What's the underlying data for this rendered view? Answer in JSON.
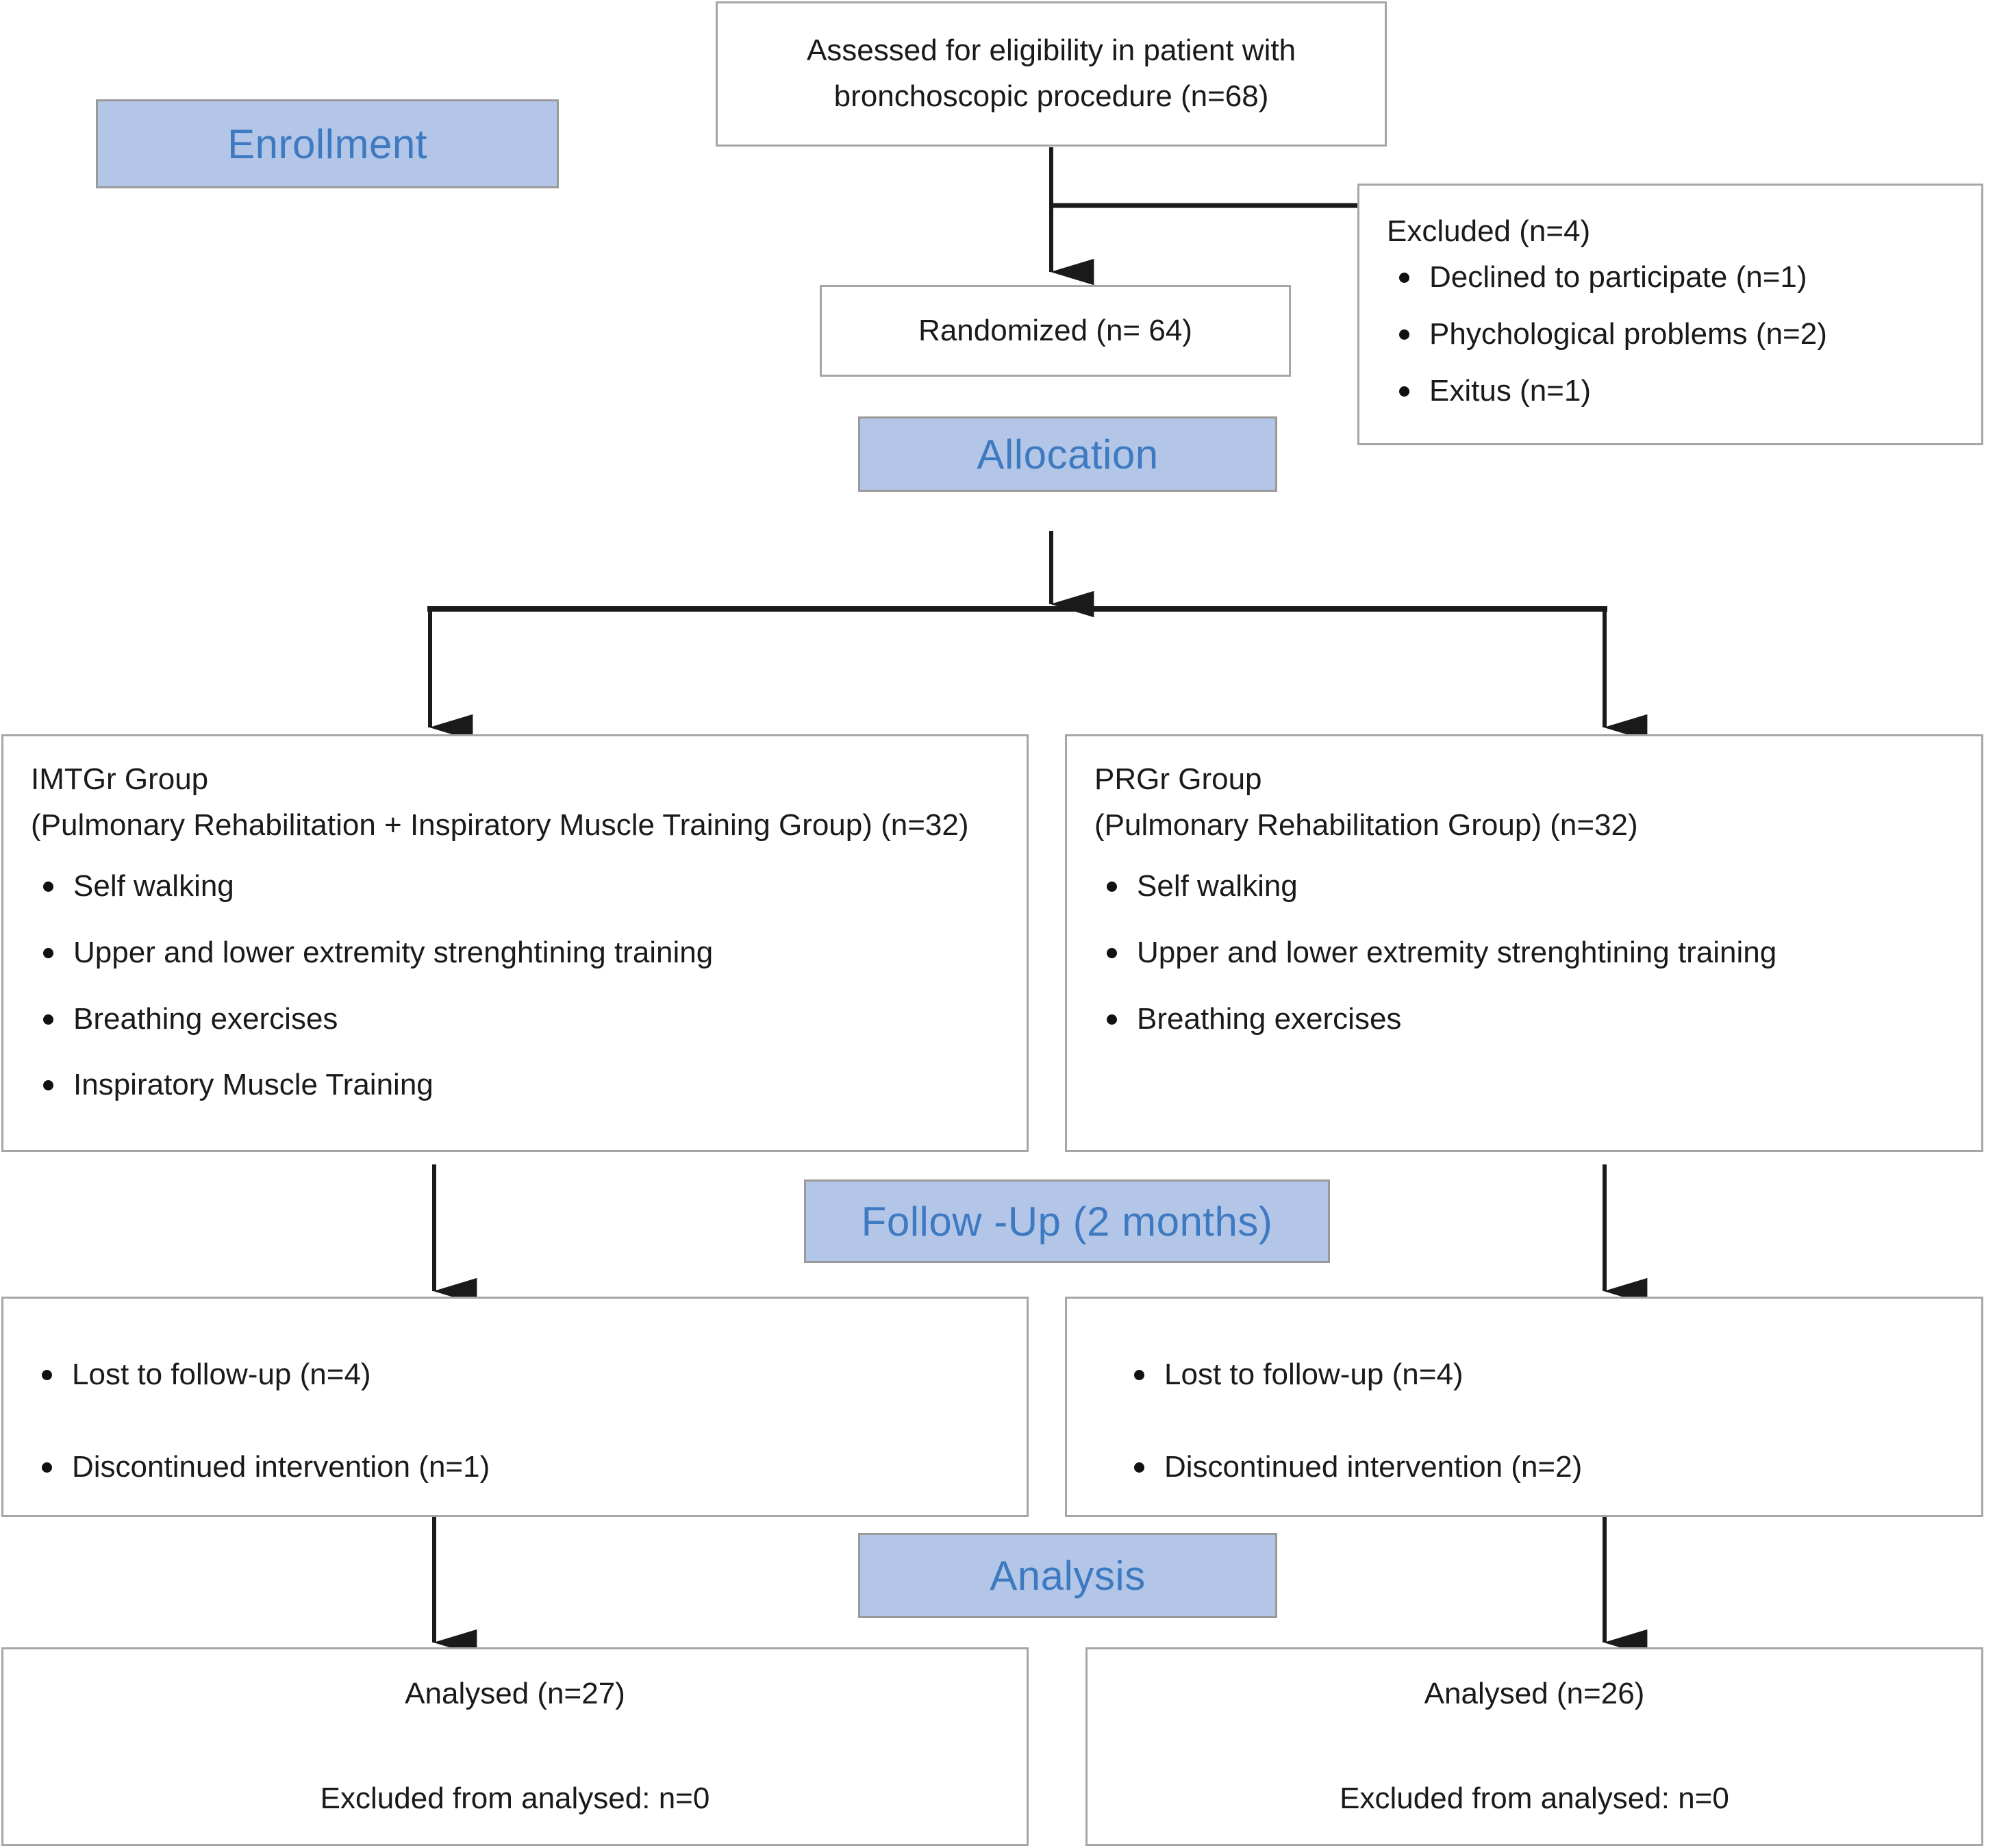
{
  "diagram": {
    "type": "consort-flow-diagram",
    "colors": {
      "stage_fill": "#b3c6e7",
      "stage_text": "#3d7ac1",
      "box_border": "#a6a6a6",
      "box_fill": "#ffffff",
      "connector": "#1a1a1a",
      "body_text": "#1a1a1a"
    }
  },
  "stages": {
    "enrollment": "Enrollment",
    "allocation": "Allocation",
    "followup": "Follow -Up (2 months)",
    "analysis": "Analysis"
  },
  "enrollment": {
    "assessed": "Assessed for eligibility in patient with bronchoscopic procedure (n=68)",
    "randomized": "Randomized (n= 64)",
    "excluded": {
      "heading": "Excluded (n=4)",
      "reasons": [
        "Declined to participate (n=1)",
        "Phychological problems (n=2)",
        "Exitus (n=1)"
      ]
    }
  },
  "allocation": {
    "groups": [
      {
        "name": "IMTGr Group",
        "description": "(Pulmonary Rehabilitation + Inspiratory Muscle Training Group) (n=32)",
        "n": 32,
        "interventions": [
          "Self walking",
          "Upper and lower extremity strenghtining training",
          "Breathing exercises",
          "Inspiratory Muscle Training"
        ]
      },
      {
        "name": "PRGr Group",
        "description": "(Pulmonary Rehabilitation Group) (n=32)",
        "n": 32,
        "interventions": [
          "Self walking",
          "Upper and lower extremity strenghtining training",
          "Breathing exercises"
        ]
      }
    ]
  },
  "followup": {
    "left": [
      "Lost to follow-up (n=4)",
      "Discontinued intervention (n=1)"
    ],
    "right": [
      "Lost to follow-up (n=4)",
      "Discontinued intervention (n=2)"
    ]
  },
  "analysis": {
    "left": {
      "analysed": "Analysed (n=27)",
      "excluded": "Excluded from analysed: n=0"
    },
    "right": {
      "analysed": "Analysed (n=26)",
      "excluded": "Excluded from analysed: n=0"
    }
  }
}
